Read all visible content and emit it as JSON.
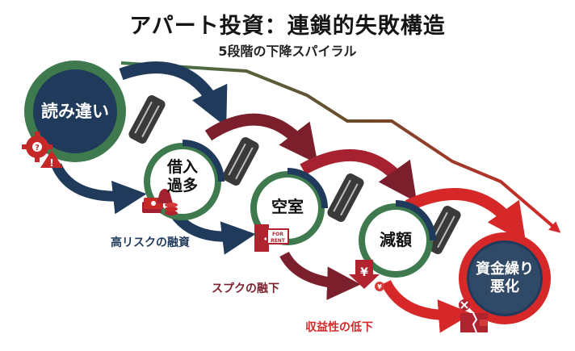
{
  "header": {
    "title": "アパート投資：連鎖的失敗構造",
    "subtitle": "5段階の下降スパイラル"
  },
  "stages": [
    {
      "label": "読み違い",
      "color": "#1f3a5a"
    },
    {
      "label": "借入\n過多",
      "color": "#ffffff"
    },
    {
      "label": "空室",
      "color": "#ffffff"
    },
    {
      "label": "減額",
      "color": "#ffffff"
    },
    {
      "label": "資金繰り\n悪化",
      "color": "#1f3a5a"
    }
  ],
  "captions": {
    "high_risk_loan": "高リスクの融資",
    "sublease_change": "スプクの融下",
    "revenue_decline": "収益性の低下"
  },
  "icons": {
    "misjudgment": "gear-warning-icon",
    "debt": "money-stack-icon",
    "vacancy": "for-rent-door-icon",
    "reduction": "yen-down-icon",
    "cashflow": "broken-wallet-icon"
  },
  "sign_text": {
    "for": "FOR",
    "rent": "RENT",
    "yen": "¥"
  },
  "colors": {
    "navy": "#1f3a5a",
    "green": "#3f7a4e",
    "maroon": "#7a1f2b",
    "red": "#d62828",
    "dark": "#151515"
  }
}
